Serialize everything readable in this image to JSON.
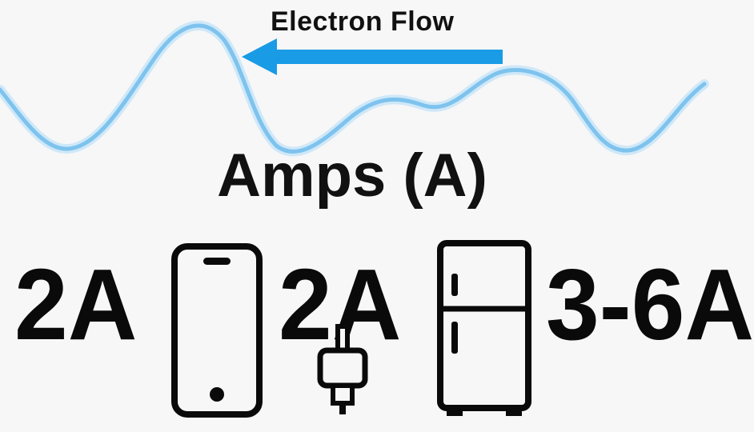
{
  "colors": {
    "wave": "#7ec3ee",
    "wave_glow": "#cfe8f8",
    "arrow": "#1a9be6",
    "text": "#111111",
    "icon_stroke": "#0a0a0a"
  },
  "header": {
    "flow_label": "Electron Flow",
    "arrow_direction": "left"
  },
  "title": "Amps (A)",
  "items": [
    {
      "icon": "none",
      "value": "2A"
    },
    {
      "icon": "smartphone-icon",
      "value": "2A"
    },
    {
      "icon": "charger-plug-icon",
      "value": ""
    },
    {
      "icon": "refrigerator-icon",
      "value": "3-6A"
    }
  ]
}
